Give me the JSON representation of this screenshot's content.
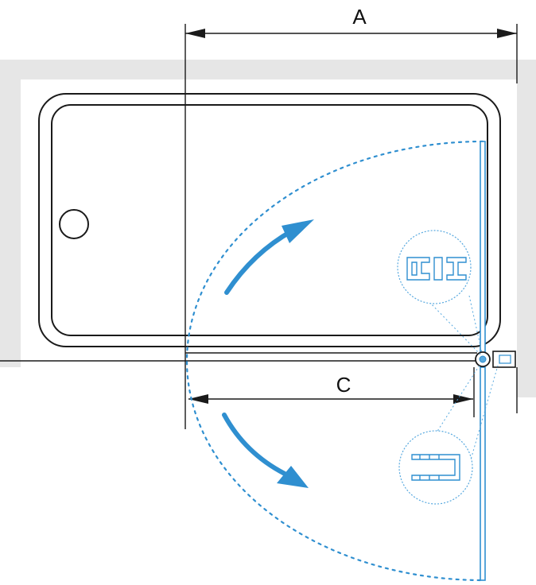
{
  "diagram": {
    "dimensions": [
      {
        "id": "A",
        "label": "A"
      },
      {
        "id": "C",
        "label": "C"
      }
    ],
    "colors": {
      "line": "#1a1a1a",
      "wall": "#e6e6e6",
      "accent_blue": "#2f8fd0",
      "light_blue": "#58a9df"
    },
    "icons": [
      "rotation-arrow-inward-icon",
      "rotation-arrow-outward-icon",
      "profile-detail-magnifier-icon"
    ]
  }
}
